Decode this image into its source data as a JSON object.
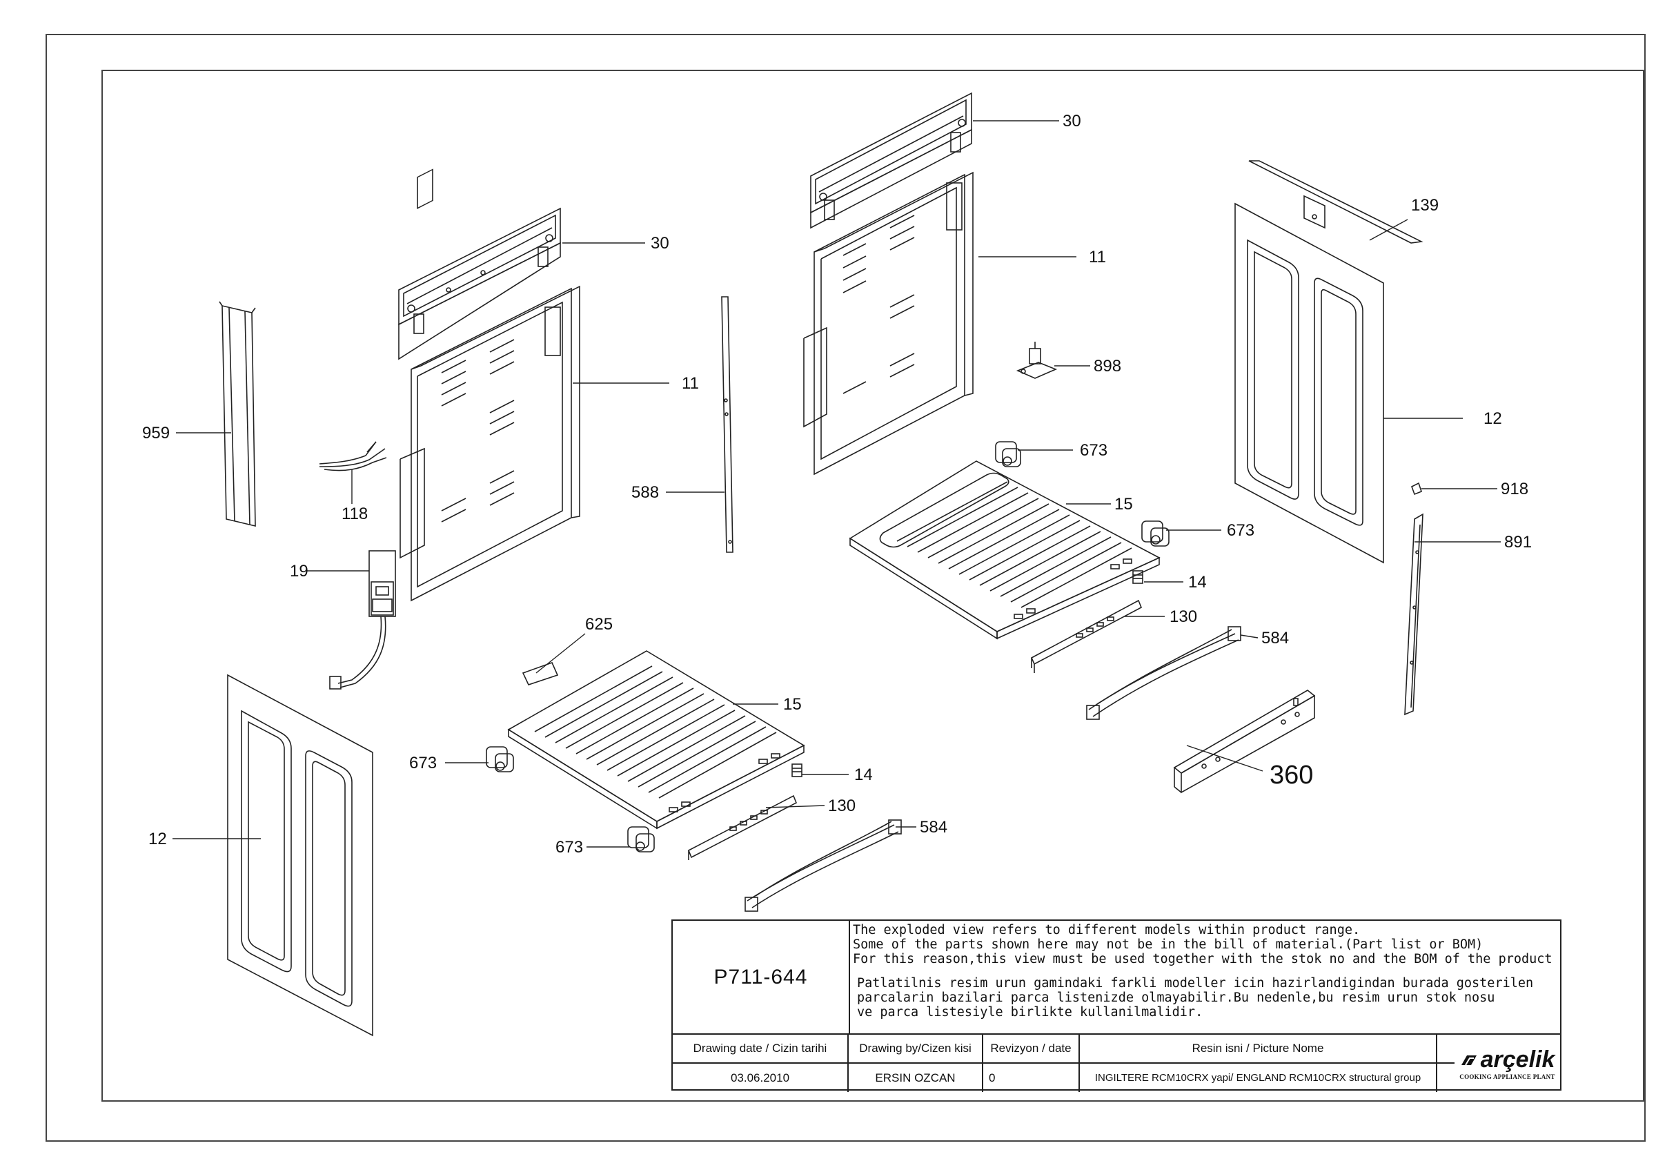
{
  "callouts": [
    {
      "id": "c30a",
      "label": "30"
    },
    {
      "id": "c30b",
      "label": "30"
    },
    {
      "id": "c139",
      "label": "139"
    },
    {
      "id": "c11a",
      "label": "11"
    },
    {
      "id": "c11b",
      "label": "11"
    },
    {
      "id": "c959",
      "label": "959"
    },
    {
      "id": "c898",
      "label": "898"
    },
    {
      "id": "c12a",
      "label": "12"
    },
    {
      "id": "c673a",
      "label": "673"
    },
    {
      "id": "c588",
      "label": "588"
    },
    {
      "id": "c118",
      "label": "118"
    },
    {
      "id": "c918",
      "label": "918"
    },
    {
      "id": "c15a",
      "label": "15"
    },
    {
      "id": "c673b",
      "label": "673"
    },
    {
      "id": "c891",
      "label": "891"
    },
    {
      "id": "c19",
      "label": "19"
    },
    {
      "id": "c14a",
      "label": "14"
    },
    {
      "id": "c130a",
      "label": "130"
    },
    {
      "id": "c625",
      "label": "625"
    },
    {
      "id": "c584a",
      "label": "584"
    },
    {
      "id": "c15b",
      "label": "15"
    },
    {
      "id": "c673c",
      "label": "673"
    },
    {
      "id": "c14b",
      "label": "14"
    },
    {
      "id": "c360",
      "label": "360"
    },
    {
      "id": "c130b",
      "label": "130"
    },
    {
      "id": "c12b",
      "label": "12"
    },
    {
      "id": "c584b",
      "label": "584"
    },
    {
      "id": "c673d",
      "label": "673"
    }
  ],
  "title_block": {
    "code": "P711-644",
    "notes_en": [
      "The exploded view refers to different models within product range.",
      "Some of the parts shown here may not be in the bill of material.(Part list or BOM)",
      "For this reason,this view must be used together with the stok no and the BOM of the product"
    ],
    "notes_tr": [
      "Patlatilnis resim urun gamindaki farkli modeller icin hazirlandigindan burada gosterilen",
      "parcalarin bazilari parca listenizde olmayabilir.Bu nedenle,bu resim urun stok nosu",
      "ve parca listesiyle birlikte kullanilmalidir."
    ],
    "headers": {
      "drawing_date": "Drawing date / Cizin tarihi",
      "drawn_by": "Drawing by/Cizen kisi",
      "revision": "Revizyon / date",
      "picture_name": "Resin isni / Picture Nome"
    },
    "values": {
      "drawing_date": "03.06.2010",
      "drawn_by": "ERSIN OZCAN",
      "revision": "0",
      "picture_name": "INGILTERE RCM10CRX yapi/ ENGLAND RCM10CRX structural  group"
    },
    "logo": {
      "brand": "arçelik",
      "subtitle": "COOKING APPLIANCE PLANT"
    }
  }
}
